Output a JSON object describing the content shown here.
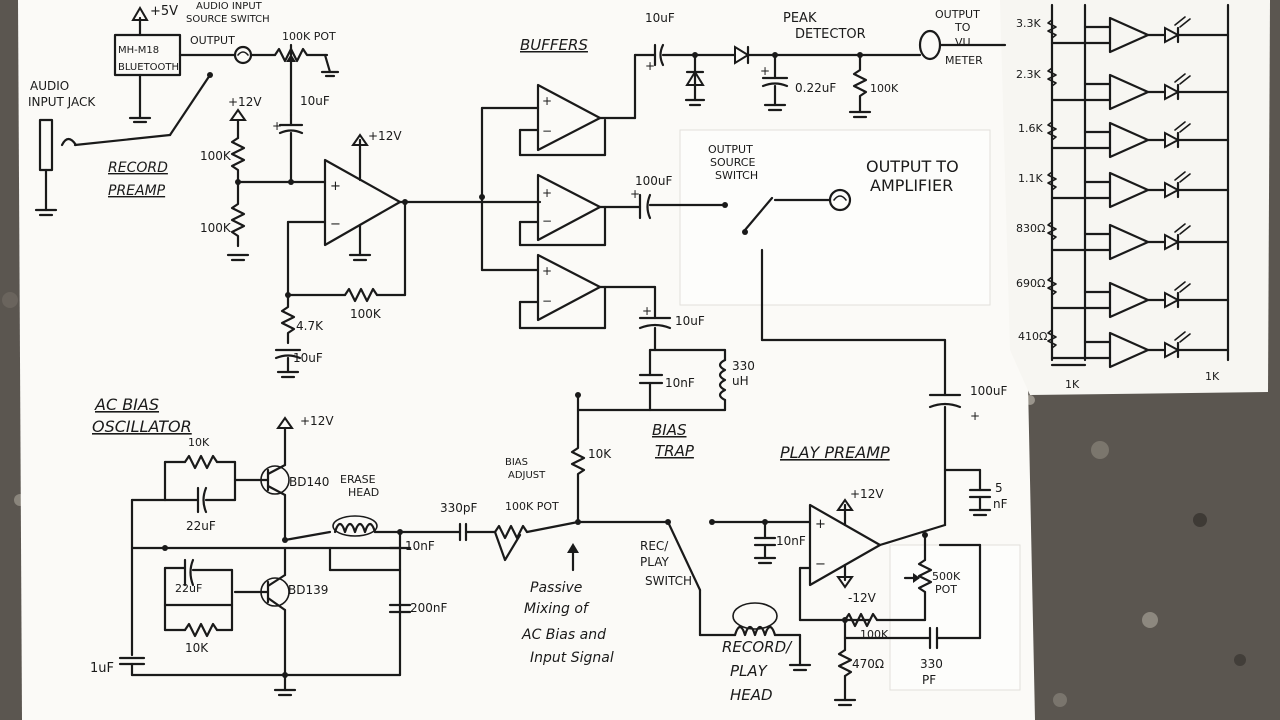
{
  "colors": {
    "paper": "#fbfaf7",
    "ink": "#1a1a1a",
    "granite": "#5b5650"
  },
  "texts": {
    "plus5v": "+5V",
    "bt_module": "MH-M18",
    "bt_module2": "BLUETOOTH",
    "output": "OUTPUT",
    "src_switch1": "AUDIO INPUT",
    "src_switch2": "SOURCE SWITCH",
    "pot_100k_top": "100K POT",
    "audio_jack1": "AUDIO",
    "audio_jack2": "INPUT JACK",
    "plus12v_a": "+12V",
    "r_100k_a": "100K",
    "r_100k_b": "100K",
    "cap_10uf_a": "10uF",
    "record_preamp1": "RECORD",
    "record_preamp2": "PREAMP",
    "plus12v_b": "+12V",
    "r_4_7k": "4.7K",
    "cap_10uf_b": "10uF",
    "r_100k_fb": "100K",
    "buffers": "BUFFERS",
    "cap_10uf_c": "10uF",
    "peak1": "PEAK",
    "peak2": "DETECTOR",
    "cap_022uf": "0.22uF",
    "r_100k_pk": "100K",
    "out_vu1": "OUTPUT",
    "out_vu2": "TO",
    "out_vu3": "VU",
    "out_vu4": "METER",
    "oss1": "OUTPUT",
    "oss2": "SOURCE",
    "oss3": "SWITCH",
    "cap_100uf_a": "100uF",
    "out_amp1": "OUTPUT TO",
    "out_amp2": "AMPLIFIER",
    "cap_10uf_d": "10uF",
    "cap_10nf_trap": "10nF",
    "ind_330": "330",
    "ind_uh": "uH",
    "bias_trap1": "BIAS",
    "bias_trap2": "TRAP",
    "cap_100uf_b": "100uF",
    "ac_bias1": "AC BIAS",
    "ac_bias2": "OSCILLATOR",
    "plus12v_c": "+12V",
    "r_10k_osc": "10K",
    "cap_22uf_a": "22uF",
    "bd140": "BD140",
    "erase1": "ERASE",
    "erase2": "HEAD",
    "cap_330pf": "330pF",
    "bias_adj1": "BIAS",
    "bias_adj2": "ADJUST",
    "pot_100k_bias": "100K POT",
    "r_10k_b": "10K",
    "cap_10nf_a": "10nF",
    "cap_22uf_b": "22uF",
    "bd139": "BD139",
    "cap_200nf": "200nF",
    "r_10k_c": "10K",
    "cap_1uf": "1uF",
    "passive1": "Passive",
    "passive2": "Mixing of",
    "passive3": "AC Bias and",
    "passive4": "Input Signal",
    "recplay1": "REC/",
    "recplay2": "PLAY",
    "recplay3": "SWITCH",
    "play_preamp": "PLAY PREAMP",
    "plus12v_d": "+12V",
    "minus12v": "-12V",
    "cap_10nf_b": "10nF",
    "r_100k_pp": "100K",
    "pot_500k1": "500K",
    "pot_500k2": "POT",
    "r_470": "470Ω",
    "cap_330pf_b1": "330",
    "cap_330pf_b2": "PF",
    "cap_5uf": "5",
    "cap_5uf_b": "nF",
    "rph1": "RECORD/",
    "rph2": "PLAY",
    "rph3": "HEAD",
    "vu_r1": "3.3K",
    "vu_r2": "2.3K",
    "vu_r3": "1.6K",
    "vu_r4": "1.1K",
    "vu_r5": "830Ω",
    "vu_r6": "690Ω",
    "vu_r7": "410Ω",
    "vu_r8": "1K",
    "vu_r9": "1K"
  }
}
